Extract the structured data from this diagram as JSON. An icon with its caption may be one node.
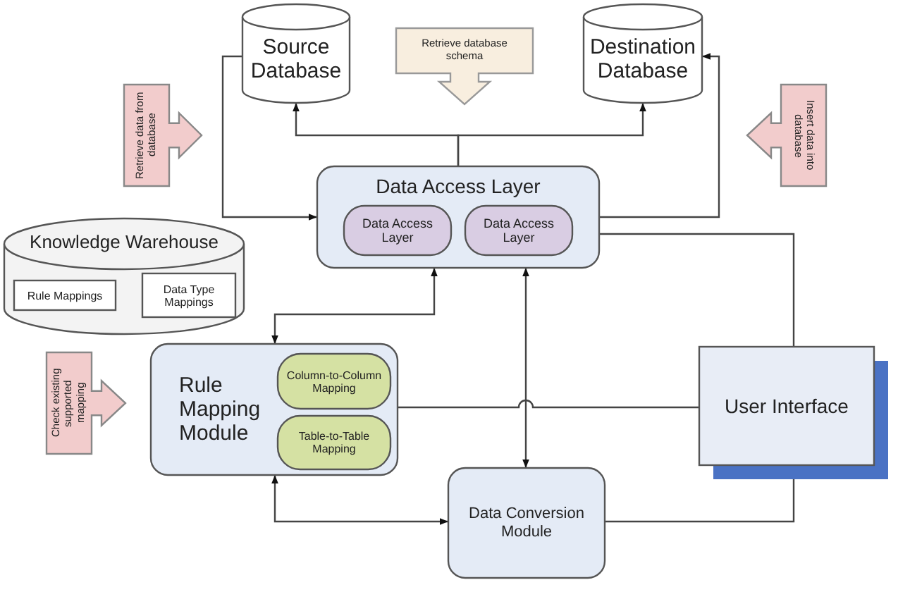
{
  "diagram": {
    "nodes": [
      {
        "text": [
          "Source Database"
        ]
      },
      {
        "text": [
          "Retrieve database schema"
        ]
      },
      {
        "text": [
          "Destination Database"
        ]
      },
      {
        "text": [
          "Retrieve data from database"
        ]
      },
      {
        "text": [
          "Insert data into database"
        ]
      },
      {
        "text": [
          "Data Access Layer"
        ]
      },
      {
        "text": [
          "Data Access Layer"
        ],
        "in": 5
      },
      {
        "text": [
          "Data Access Layer"
        ],
        "in": 5
      },
      {
        "text": [
          "Knowledge Warehouse"
        ]
      },
      {
        "text": [
          "Rule Mappings"
        ],
        "in": 8
      },
      {
        "text": [
          "Data Type Mappings"
        ],
        "in": 8
      },
      {
        "text": [
          "Check existing supported mapping"
        ]
      },
      {
        "text": [
          "Rule Mapping Module"
        ]
      },
      {
        "text": [
          "Column-to-Column Mapping"
        ],
        "in": 12
      },
      {
        "text": [
          "Table-to-Table Mapping"
        ],
        "in": 12
      },
      {
        "text": [
          "User Interface"
        ]
      },
      {
        "text": [
          "Data Conversion Module"
        ]
      }
    ],
    "edges": [
      {
        "from": 0,
        "to": 5,
        "arrow": "to"
      },
      {
        "from": 5,
        "to": 0,
        "arrow": "to"
      },
      {
        "from": 5,
        "to": 2,
        "arrow": "to"
      },
      {
        "from": 5,
        "to": 2,
        "arrow": "to"
      },
      {
        "from": 5,
        "to": 15,
        "arrow": "none"
      },
      {
        "from": 5,
        "to": 16,
        "arrow": "both"
      },
      {
        "from": 5,
        "to": 12,
        "arrow": "both"
      },
      {
        "from": 12,
        "to": 15,
        "arrow": "none"
      },
      {
        "from": 12,
        "to": 16,
        "arrow": "both"
      },
      {
        "from": 16,
        "to": 15,
        "arrow": "none"
      }
    ]
  }
}
